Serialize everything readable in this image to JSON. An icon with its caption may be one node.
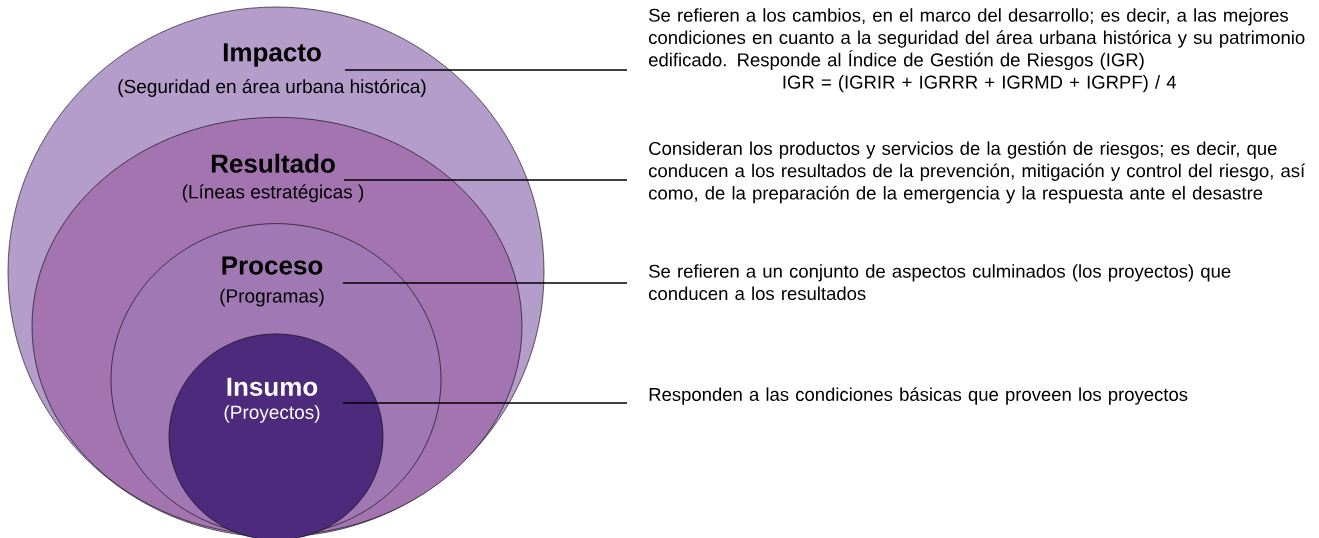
{
  "diagram": {
    "nodes": [
      {
        "text": [
          "Impacto",
          "(Seguridad en área urbana histórica)"
        ]
      },
      {
        "text": [
          "Resultado",
          "(Líneas estratégicas )"
        ],
        "in": 0
      },
      {
        "text": [
          "Proceso",
          "(Programas)"
        ],
        "in": 1
      },
      {
        "text": [
          "Insumo",
          "(Proyectos)"
        ],
        "in": 2
      },
      {
        "text": [
          "Se refieren a los cambios, en el marco del desarrollo; es decir, a las mejores condiciones en cuanto a la seguridad del área urbana histórica y su patrimonio edificado. Responde al Índice de Gestión de Riesgos (IGR)",
          "IGR = (IGRIR + IGRRR + IGRMD + IGRPF) / 4"
        ]
      },
      {
        "text": [
          "Consideran los productos y servicios de la gestión de riesgos; es decir, que conducen a los resultados de la prevención, mitigación y control del riesgo, así como, de la preparación de la emergencia y la respuesta ante el desastre"
        ]
      },
      {
        "text": [
          "Se refieren a un conjunto de aspectos culminados (los proyectos) que conducen a los resultados"
        ]
      },
      {
        "text": [
          "Responden a las condiciones básicas que proveen los proyectos"
        ]
      }
    ],
    "edges": [
      {
        "from": 0,
        "to": 4,
        "arrow": "none"
      },
      {
        "from": 1,
        "to": 5,
        "arrow": "none"
      },
      {
        "from": 2,
        "to": 6,
        "arrow": "none"
      },
      {
        "from": 3,
        "to": 7,
        "arrow": "none"
      }
    ]
  }
}
